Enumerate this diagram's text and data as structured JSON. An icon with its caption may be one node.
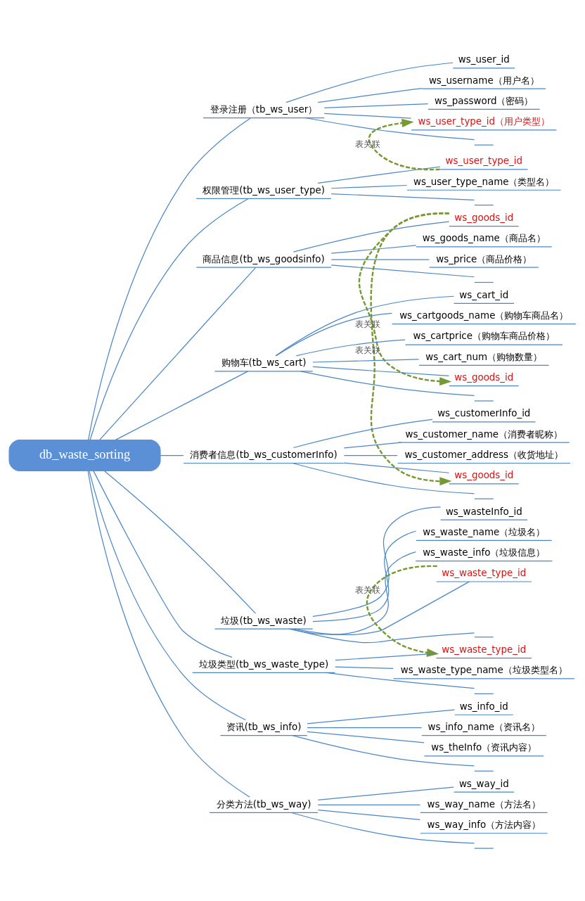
{
  "diagram": {
    "nodes": [
      {
        "text": [
          "db_waste_sorting"
        ]
      },
      {
        "text": [
          "登录注册（tb_ws_user）"
        ]
      },
      {
        "text": [
          "ws_user_id"
        ]
      },
      {
        "text": [
          "ws_username（用户名）"
        ]
      },
      {
        "text": [
          "ws_password（密码）"
        ]
      },
      {
        "text": [
          "ws_user_type_id（用户类型）"
        ]
      },
      {
        "text": [],
        "shape": "bar"
      },
      {
        "text": [
          "权限管理(tb_ws_user_type)"
        ]
      },
      {
        "text": [
          "ws_user_type_id"
        ]
      },
      {
        "text": [
          "ws_user_type_name（类型名）"
        ]
      },
      {
        "text": [],
        "shape": "bar"
      },
      {
        "text": [
          "商品信息(tb_ws_goodsinfo)"
        ]
      },
      {
        "text": [
          "ws_goods_id"
        ]
      },
      {
        "text": [
          "ws_goods_name（商品名）"
        ]
      },
      {
        "text": [
          "ws_price（商品价格）"
        ]
      },
      {
        "text": [],
        "shape": "bar"
      },
      {
        "text": [
          "购物车(tb_ws_cart)"
        ]
      },
      {
        "text": [
          "ws_cart_id"
        ]
      },
      {
        "text": [
          "ws_cartgoods_name（购物车商品名）"
        ]
      },
      {
        "text": [
          "ws_cartprice（购物车商品价格）"
        ]
      },
      {
        "text": [
          "ws_cart_num（购物数量）"
        ]
      },
      {
        "text": [
          "ws_goods_id"
        ]
      },
      {
        "text": [],
        "shape": "bar"
      },
      {
        "text": [
          "消费者信息(tb_ws_customerInfo)"
        ]
      },
      {
        "text": [
          "ws_customerInfo_id"
        ]
      },
      {
        "text": [
          "ws_customer_name（消费者昵称）"
        ]
      },
      {
        "text": [
          "ws_customer_address（收货地址）"
        ]
      },
      {
        "text": [
          "ws_goods_id"
        ]
      },
      {
        "text": [],
        "shape": "bar"
      },
      {
        "text": [
          "垃圾(tb_ws_waste)"
        ]
      },
      {
        "text": [
          "ws_wasteInfo_id"
        ]
      },
      {
        "text": [
          "ws_waste_name（垃圾名）"
        ]
      },
      {
        "text": [
          "ws_waste_info（垃圾信息）"
        ]
      },
      {
        "text": [
          "ws_waste_type_id"
        ]
      },
      {
        "text": [],
        "shape": "bar"
      },
      {
        "text": [
          "垃圾类型(tb_ws_waste_type)"
        ]
      },
      {
        "text": [
          "ws_waste_type_id"
        ]
      },
      {
        "text": [
          "ws_waste_type_name（垃圾类型名）"
        ]
      },
      {
        "text": [],
        "shape": "bar"
      },
      {
        "text": [
          "资讯(tb_ws_info)"
        ]
      },
      {
        "text": [
          "ws_info_id"
        ]
      },
      {
        "text": [
          "ws_info_name（资讯名）"
        ]
      },
      {
        "text": [
          "ws_theInfo（资讯内容）"
        ]
      },
      {
        "text": [],
        "shape": "bar"
      },
      {
        "text": [
          "分类方法(tb_ws_way)"
        ]
      },
      {
        "text": [
          "ws_way_id"
        ]
      },
      {
        "text": [
          "ws_way_name（方法名）"
        ]
      },
      {
        "text": [
          "ws_way_info（方法内容）"
        ]
      },
      {
        "text": [],
        "shape": "bar"
      }
    ],
    "edges": [
      {
        "from": 0,
        "to": 1,
        "arrow": "none"
      },
      {
        "from": 1,
        "to": 2,
        "arrow": "none"
      },
      {
        "from": 1,
        "to": 3,
        "arrow": "none"
      },
      {
        "from": 1,
        "to": 4,
        "arrow": "none"
      },
      {
        "from": 1,
        "to": 5,
        "arrow": "none"
      },
      {
        "from": 1,
        "to": 6,
        "arrow": "none"
      },
      {
        "from": 0,
        "to": 7,
        "arrow": "none"
      },
      {
        "from": 7,
        "to": 8,
        "arrow": "none"
      },
      {
        "from": 7,
        "to": 9,
        "arrow": "none"
      },
      {
        "from": 7,
        "to": 10,
        "arrow": "none"
      },
      {
        "from": 0,
        "to": 11,
        "arrow": "none"
      },
      {
        "from": 11,
        "to": 12,
        "arrow": "none"
      },
      {
        "from": 11,
        "to": 13,
        "arrow": "none"
      },
      {
        "from": 11,
        "to": 14,
        "arrow": "none"
      },
      {
        "from": 11,
        "to": 15,
        "arrow": "none"
      },
      {
        "from": 0,
        "to": 16,
        "arrow": "none"
      },
      {
        "from": 16,
        "to": 17,
        "arrow": "none"
      },
      {
        "from": 16,
        "to": 18,
        "arrow": "none"
      },
      {
        "from": 16,
        "to": 19,
        "arrow": "none"
      },
      {
        "from": 16,
        "to": 20,
        "arrow": "none"
      },
      {
        "from": 16,
        "to": 21,
        "arrow": "none"
      },
      {
        "from": 16,
        "to": 22,
        "arrow": "none"
      },
      {
        "from": 0,
        "to": 23,
        "arrow": "none"
      },
      {
        "from": 23,
        "to": 24,
        "arrow": "none"
      },
      {
        "from": 23,
        "to": 25,
        "arrow": "none"
      },
      {
        "from": 23,
        "to": 26,
        "arrow": "none"
      },
      {
        "from": 23,
        "to": 27,
        "arrow": "none"
      },
      {
        "from": 23,
        "to": 28,
        "arrow": "none"
      },
      {
        "from": 0,
        "to": 29,
        "arrow": "none"
      },
      {
        "from": 29,
        "to": 30,
        "arrow": "none"
      },
      {
        "from": 29,
        "to": 31,
        "arrow": "none"
      },
      {
        "from": 29,
        "to": 32,
        "arrow": "none"
      },
      {
        "from": 29,
        "to": 33,
        "arrow": "none"
      },
      {
        "from": 29,
        "to": 34,
        "arrow": "none"
      },
      {
        "from": 0,
        "to": 35,
        "arrow": "none"
      },
      {
        "from": 35,
        "to": 36,
        "arrow": "none"
      },
      {
        "from": 35,
        "to": 37,
        "arrow": "none"
      },
      {
        "from": 35,
        "to": 38,
        "arrow": "none"
      },
      {
        "from": 0,
        "to": 39,
        "arrow": "none"
      },
      {
        "from": 39,
        "to": 40,
        "arrow": "none"
      },
      {
        "from": 39,
        "to": 41,
        "arrow": "none"
      },
      {
        "from": 39,
        "to": 42,
        "arrow": "none"
      },
      {
        "from": 39,
        "to": 43,
        "arrow": "none"
      },
      {
        "from": 0,
        "to": 44,
        "arrow": "none"
      },
      {
        "from": 44,
        "to": 45,
        "arrow": "none"
      },
      {
        "from": 44,
        "to": 46,
        "arrow": "none"
      },
      {
        "from": 44,
        "to": 47,
        "arrow": "none"
      },
      {
        "from": 44,
        "to": 48,
        "arrow": "none"
      },
      {
        "from": 8,
        "to": 5,
        "arrow": "to",
        "label": "表关联",
        "style": "dashed",
        "color": "#779933"
      },
      {
        "from": 12,
        "to": 21,
        "arrow": "to",
        "label": "表关联",
        "style": "dashed",
        "color": "#779933"
      },
      {
        "from": 12,
        "to": 27,
        "arrow": "to",
        "label": "表关联",
        "style": "dashed",
        "color": "#779933"
      },
      {
        "from": 33,
        "to": 36,
        "arrow": "to",
        "label": "表关联",
        "style": "dashed",
        "color": "#779933"
      }
    ]
  }
}
